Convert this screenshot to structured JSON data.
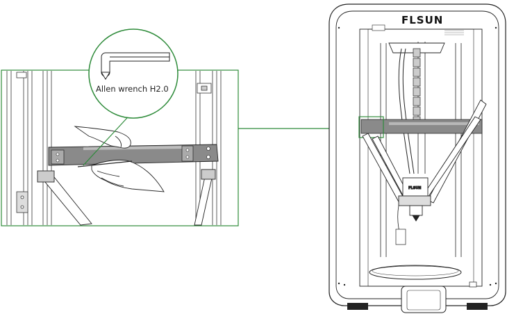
{
  "callout": {
    "tool_label": "Allen wrench H2.0"
  },
  "printer": {
    "brand_logo": "FLSUN",
    "hotend_logo": "FLSUN"
  },
  "colors": {
    "accent_green": "#2e8b3a",
    "line": "#333333",
    "rail_fill": "#8a8a8a"
  },
  "icons": {
    "tool": "allen-wrench-icon"
  }
}
